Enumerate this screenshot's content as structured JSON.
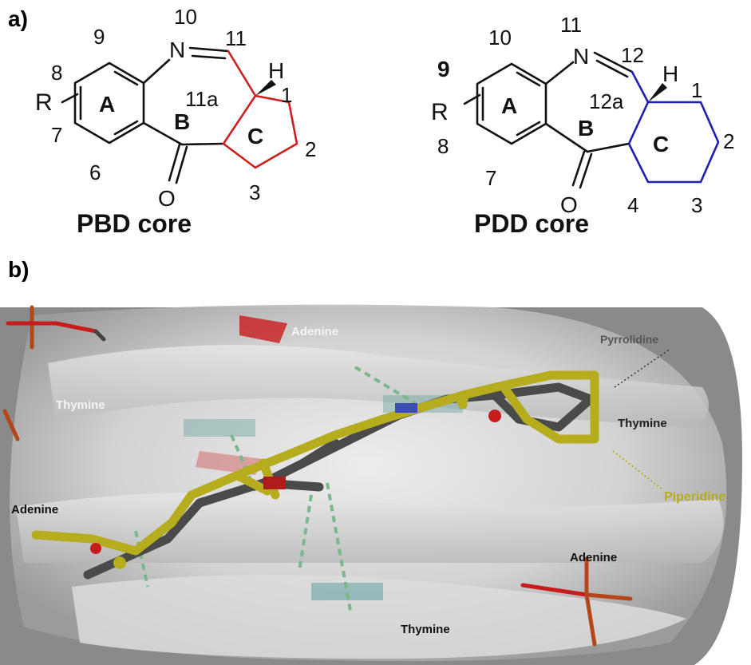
{
  "panel_a": {
    "label": "a)",
    "pbd": {
      "title": "PBD core",
      "num_9": "9",
      "num_8": "8",
      "num_7": "7",
      "num_6": "6",
      "num_10": "10",
      "num_11": "11",
      "num_11a": "11a",
      "num_1": "1",
      "num_2": "2",
      "num_3": "3",
      "ring_a": "A",
      "ring_b": "B",
      "ring_c": "C",
      "r": "R",
      "n": "N",
      "h": "H",
      "o": "O",
      "ring_c_color": "#cc1f1f"
    },
    "pdd": {
      "title": "PDD core",
      "num_9": "9",
      "num_10": "10",
      "num_11": "11",
      "num_12": "12",
      "num_12a": "12a",
      "num_8": "8",
      "num_7": "7",
      "num_1": "1",
      "num_2": "2",
      "num_3": "3",
      "num_4": "4",
      "ring_a": "A",
      "ring_b": "B",
      "ring_c": "C",
      "r": "R",
      "n": "N",
      "h": "H",
      "o": "O",
      "ring_c_color": "#1f1fb0"
    }
  },
  "panel_b": {
    "label": "b)",
    "labels": {
      "adenine_top": "Adenine",
      "thymine_left": "Thymine",
      "pyrrolidine": "Pyrrolidine",
      "thymine_right": "Thymine",
      "adenine_left": "Adenine",
      "piperidine": "Piperidine",
      "adenine_right": "Adenine",
      "thymine_bottom": "Thymine"
    },
    "colors": {
      "pyrrolidine_ligand": "#4a4a4a",
      "piperidine_ligand": "#b5ac1e",
      "dna_surface": "#d9d9d9",
      "phosphate": "#b5461a"
    }
  }
}
